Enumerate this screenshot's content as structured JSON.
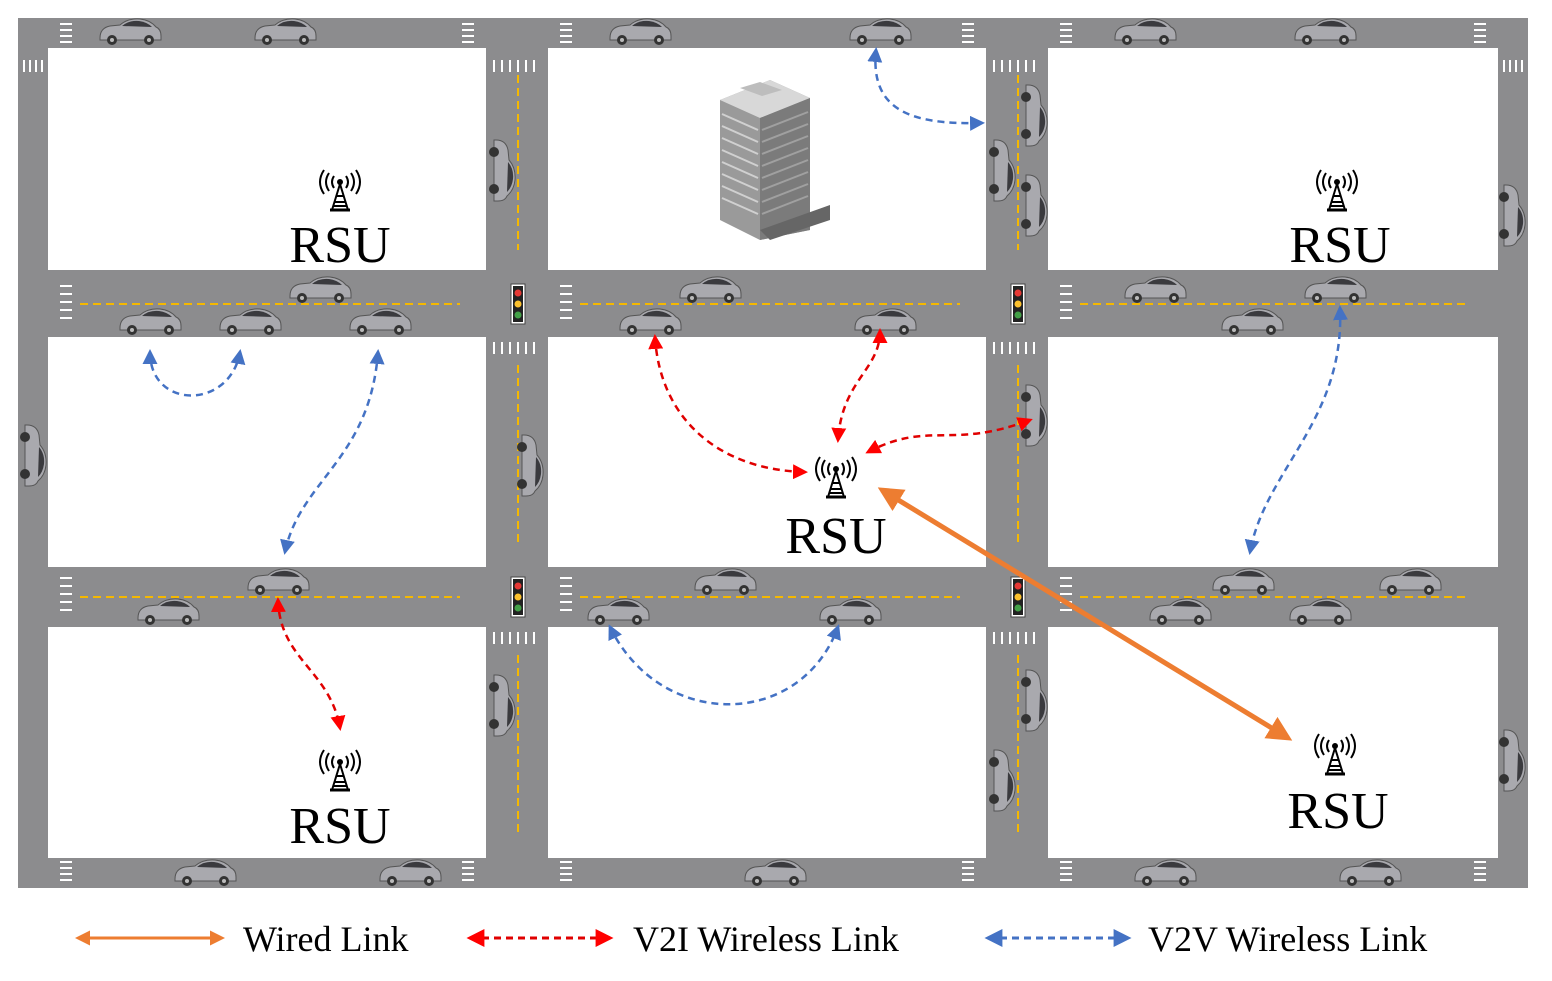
{
  "rsus": [
    {
      "id": "rsu-top-left",
      "label": "RSU"
    },
    {
      "id": "rsu-top-right",
      "label": "RSU"
    },
    {
      "id": "rsu-center",
      "label": "RSU"
    },
    {
      "id": "rsu-bottom-left",
      "label": "RSU"
    },
    {
      "id": "rsu-bottom-right",
      "label": "RSU"
    }
  ],
  "legend": {
    "wired": "Wired Link",
    "v2i": "V2I Wireless Link",
    "v2v": "V2V Wireless Link"
  },
  "colors": {
    "road": "#8c8c8e",
    "lane": "#f5b800",
    "wired": "#ed7d31",
    "v2i": "#ff0000",
    "v2v": "#4472c4",
    "car": "#a9a9ae"
  },
  "icons": [
    "rsu-antenna-icon",
    "car-icon",
    "traffic-light-icon",
    "building-icon"
  ]
}
